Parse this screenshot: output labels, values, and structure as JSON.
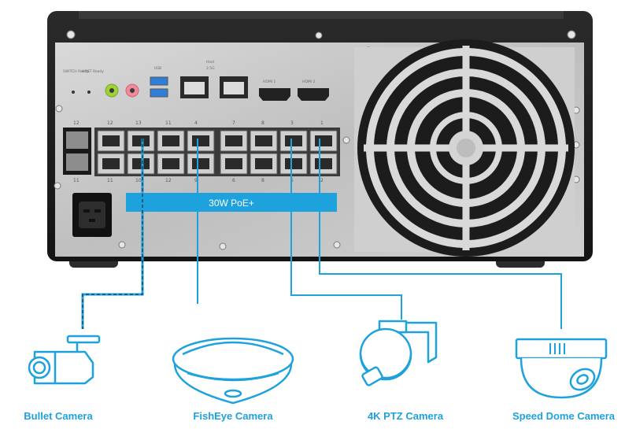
{
  "device": {
    "left_indicators": [
      "SWITCH Ready",
      "HOST Ready"
    ],
    "usb_label": "USB",
    "host_label": "Host",
    "host_sub": "2.5G",
    "hdmi_labels": [
      "HDMI 1",
      "HDMI 2"
    ],
    "port_numbers_top": [
      "12",
      "12",
      "13",
      "11",
      "4",
      "7",
      "8",
      "3",
      "1"
    ],
    "port_numbers_bottom": [
      "11",
      "11",
      "10",
      "12",
      "9",
      "6",
      "8",
      "5",
      "2"
    ]
  },
  "poe_banner": "30W PoE+",
  "cameras": [
    {
      "name": "Bullet Camera",
      "icon": "bullet-camera-icon"
    },
    {
      "name": "FishEye Camera",
      "icon": "fisheye-camera-icon"
    },
    {
      "name": "4K PTZ Camera",
      "icon": "ptz-camera-icon"
    },
    {
      "name": "Speed Dome Camera",
      "icon": "speed-dome-camera-icon"
    }
  ],
  "colors": {
    "accent": "#1ea2dd",
    "chassis": "#1b1b1b",
    "panel": "#c9c9c9"
  }
}
